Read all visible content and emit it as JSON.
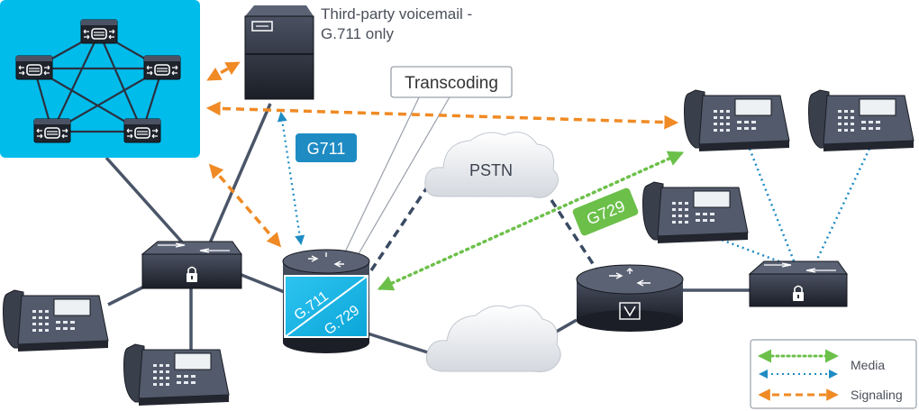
{
  "voicemail": {
    "line1": "Third-party voicemail -",
    "line2": "G.711 only"
  },
  "transcoding_callout": "Transcoding",
  "pstn_label": "PSTN",
  "codec_badges": {
    "g711": "G711",
    "g729": "G729"
  },
  "transcoder_codecs": {
    "top": "G.711",
    "bottom": "G.729"
  },
  "legend": {
    "items": [
      {
        "label": "Media",
        "style": "green-dotted-bidirectional"
      },
      {
        "label": "",
        "style": "blue-dotted-bidirectional"
      },
      {
        "label": "Signaling",
        "style": "orange-dashed-bidirectional"
      }
    ]
  },
  "colors": {
    "cluster_bg": "#00bceb",
    "media_green": "#6cc04a",
    "media_blue": "#1e8bc3",
    "signaling_orange": "#f08a24",
    "device_dark": "#2b2f3a",
    "link_gray": "#4a5568",
    "cloud": "#e6e8ec"
  },
  "icons": [
    "cucm-server-icon",
    "voicemail-server-icon",
    "switch-icon",
    "router-icon",
    "transcoder-icon",
    "ip-phone-icon",
    "cloud-icon",
    "lock-icon"
  ]
}
